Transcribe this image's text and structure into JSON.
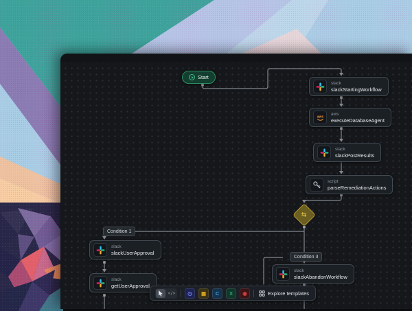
{
  "canvas": {
    "start_label": "Start",
    "nodes": [
      {
        "plugin": "slack",
        "title": "slackStartingWorkflow"
      },
      {
        "plugin": "aws",
        "title": "executeDatabaseAgent"
      },
      {
        "plugin": "slack",
        "title": "slackPostResults"
      },
      {
        "plugin": "script",
        "title": "parseRemediationActions"
      },
      {
        "plugin": "slack",
        "title": "slackUserApproval"
      },
      {
        "plugin": "slack",
        "title": "getUserApproval"
      },
      {
        "plugin": "slack",
        "title": "slackAbandonWorkflow"
      }
    ],
    "badges": [
      {
        "label": "Condition 1"
      },
      {
        "label": "Condition 3"
      }
    ]
  },
  "toolbar": {
    "explore_label": "Explore templates",
    "plugin_shortcuts": [
      {
        "name": "schedule-plugin-icon",
        "glyph": "◷",
        "bg": "#1d2254",
        "fg": "#7d88f0"
      },
      {
        "name": "flow-plugin-icon",
        "glyph": "▦",
        "bg": "#3a3214",
        "fg": "#d9a521"
      },
      {
        "name": "c-plugin-icon",
        "glyph": "C",
        "bg": "#16334d",
        "fg": "#3fa0dd"
      },
      {
        "name": "x-plugin-icon",
        "glyph": "X",
        "bg": "#11372b",
        "fg": "#2ea77a"
      },
      {
        "name": "record-plugin-icon",
        "glyph": "◉",
        "bg": "#3a1416",
        "fg": "#d23f3f"
      }
    ]
  },
  "colors": {
    "start_green": "#2f8f63",
    "diamond_gold": "#b1952e",
    "wire_gray": "#82878f",
    "node_bg": "#1b2025",
    "canvas_bg": "#15171a",
    "slack_blue": "#36C5F0",
    "slack_green": "#2EB67D",
    "slack_yellow": "#ECB22E",
    "slack_red": "#E01E5A",
    "aws_orange": "#f0953c"
  }
}
